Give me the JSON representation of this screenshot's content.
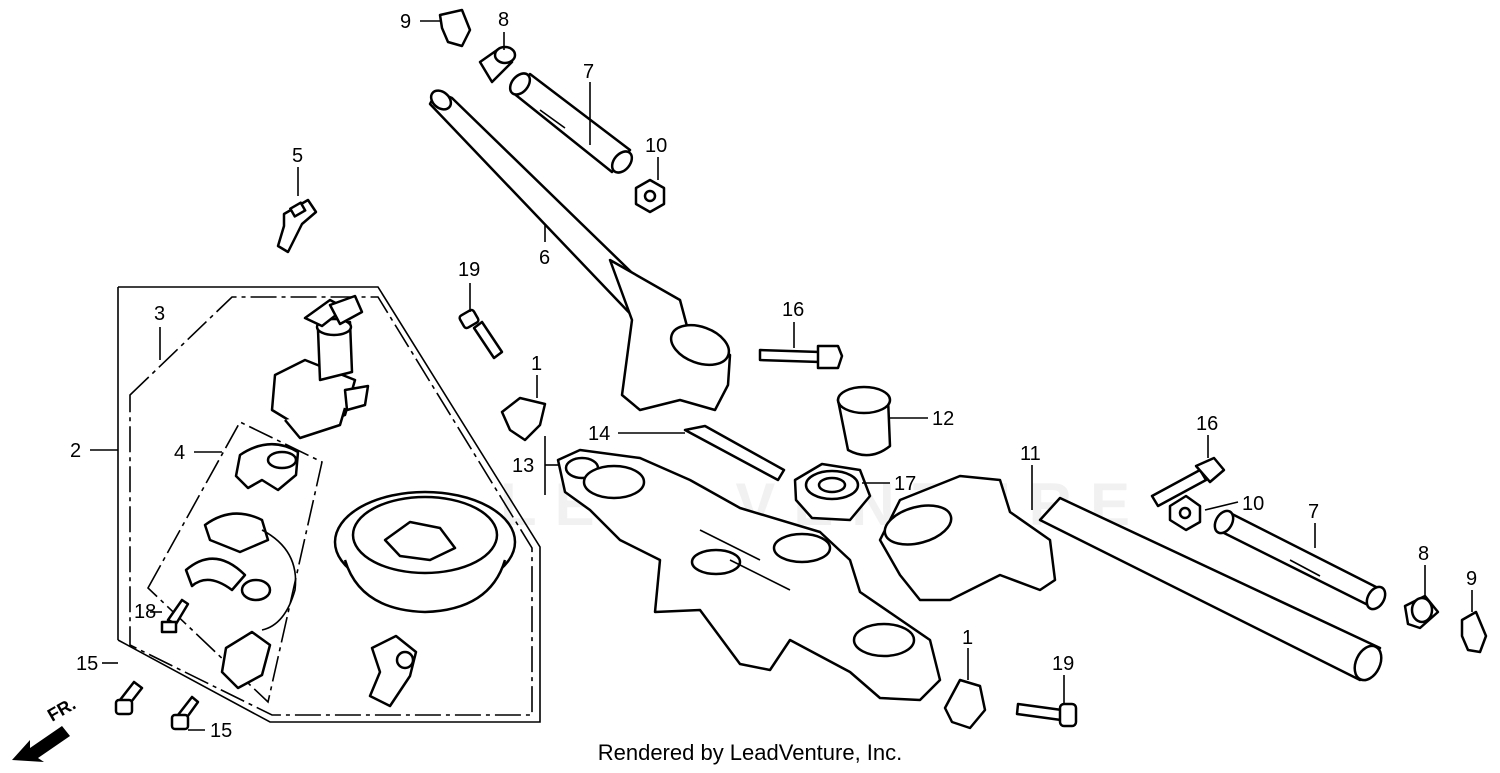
{
  "diagram": {
    "credit": "Rendered by LeadVenture, Inc.",
    "watermark": "LEADVENTURE",
    "direction_label": "FR.",
    "callouts": [
      "1",
      "1",
      "2",
      "3",
      "4",
      "5",
      "6",
      "7",
      "7",
      "8",
      "8",
      "9",
      "9",
      "10",
      "10",
      "11",
      "12",
      "13",
      "14",
      "15",
      "15",
      "16",
      "16",
      "17",
      "18",
      "19",
      "19"
    ]
  }
}
